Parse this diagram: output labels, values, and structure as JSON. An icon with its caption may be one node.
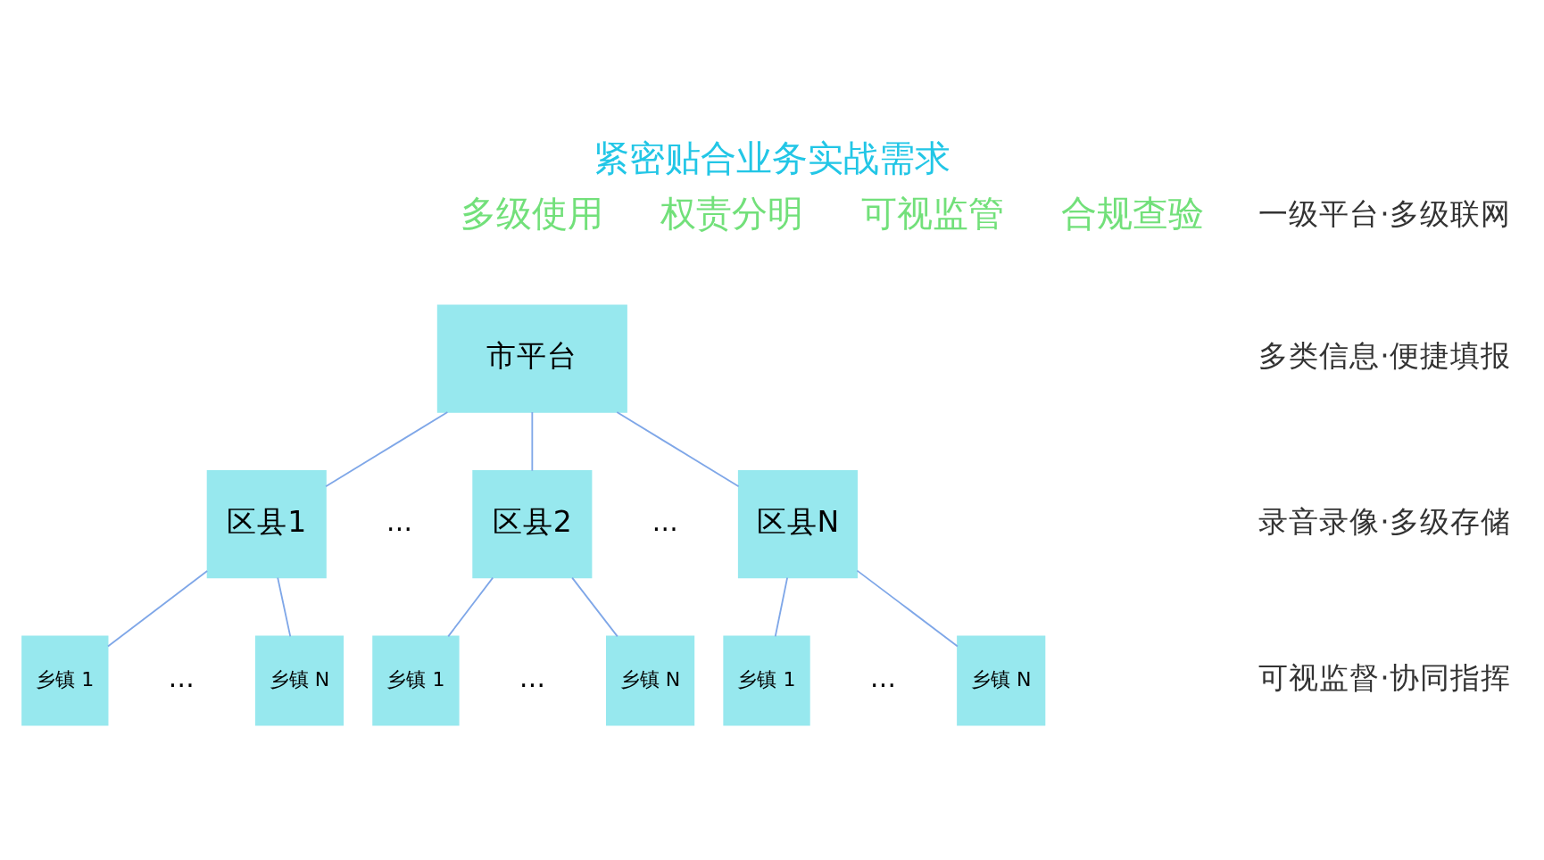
{
  "diagram": {
    "title": "紧密贴合业务实战需求",
    "nodes": [
      {
        "text": [
          "市平台"
        ]
      },
      {
        "text": [
          "区县1"
        ]
      },
      {
        "text": [
          "区县2"
        ]
      },
      {
        "text": [
          "区县N"
        ]
      },
      {
        "text": [
          "乡镇 1"
        ]
      },
      {
        "text": [
          "乡镇 N"
        ]
      },
      {
        "text": [
          "乡镇 1"
        ]
      },
      {
        "text": [
          "乡镇 N"
        ]
      },
      {
        "text": [
          "乡镇 1"
        ]
      },
      {
        "text": [
          "乡镇 N"
        ]
      }
    ],
    "edges": [
      {
        "from": 0,
        "to": 1,
        "arrow": "none"
      },
      {
        "from": 0,
        "to": 2,
        "arrow": "none"
      },
      {
        "from": 0,
        "to": 3,
        "arrow": "none"
      },
      {
        "from": 1,
        "to": 4,
        "arrow": "none"
      },
      {
        "from": 1,
        "to": 5,
        "arrow": "none"
      },
      {
        "from": 2,
        "to": 6,
        "arrow": "none"
      },
      {
        "from": 2,
        "to": 7,
        "arrow": "none"
      },
      {
        "from": 3,
        "to": 8,
        "arrow": "none"
      },
      {
        "from": 3,
        "to": 9,
        "arrow": "none"
      }
    ],
    "labels": [
      "多级使用",
      "权责分明",
      "可视监管",
      "合规查验",
      "…",
      "…",
      "…",
      "…",
      "…",
      "一级平台·多级联网",
      "多类信息·便捷填报",
      "录音录像·多级存储",
      "可视监督·协同指挥"
    ]
  }
}
